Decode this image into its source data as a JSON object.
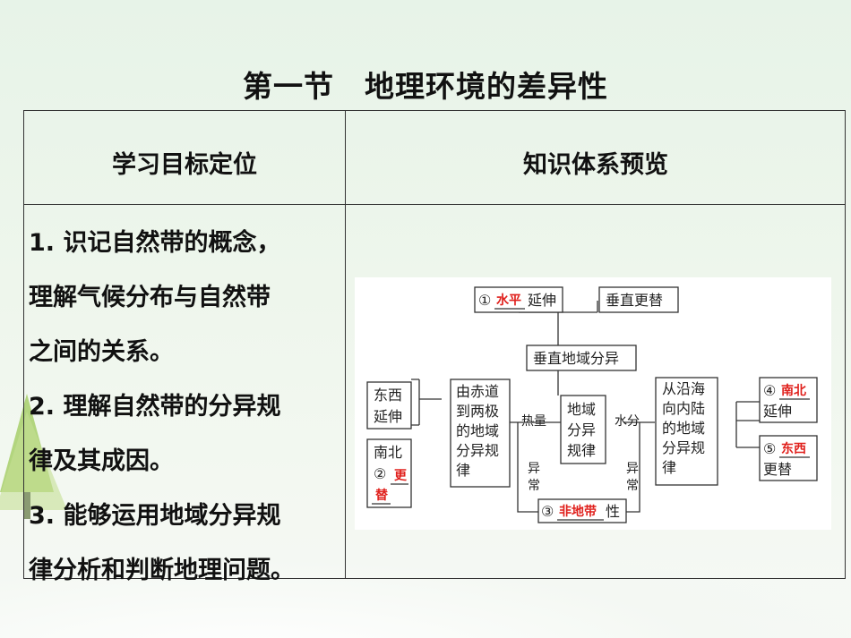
{
  "title": "第一节　地理环境的差异性",
  "table": {
    "col1_header": "学习目标定位",
    "col2_header": "知识体系预览",
    "goals_lines": [
      "1. 识记自然带的概念，",
      "理解气候分布与自然带",
      "之间的关系。",
      "2. 理解自然带的分异规",
      "律及其成因。",
      "3. 能够运用地域分异规",
      "律分析和判断地理问题。"
    ]
  },
  "diagram": {
    "horizontal_ext": {
      "num": "①",
      "answer": "水平",
      "suffix": "延伸"
    },
    "vertical_replace": "垂直更替",
    "vertical_diff": "垂直地域分异",
    "east_west_ext": [
      "东西",
      "延伸"
    ],
    "north_south": {
      "line1": "南北",
      "num": "②",
      "answer": "更替"
    },
    "equator_to_poles": [
      "由赤道",
      "到两极",
      "的地域",
      "分异规",
      "律"
    ],
    "heat": "热量",
    "regional_law": [
      "地域",
      "分异",
      "规律"
    ],
    "water": "水分",
    "coast_to_inland": [
      "从沿海",
      "向内陆",
      "的地域",
      "分异规",
      "律"
    ],
    "north_south_ext": {
      "num": "④",
      "answer": "南北",
      "suffix": "延伸"
    },
    "east_west_replace": {
      "num": "⑤",
      "answer": "东西",
      "suffix": "更替"
    },
    "abnormal": [
      "异",
      "常"
    ],
    "non_zonal": {
      "num": "③",
      "answer": "非地带",
      "suffix": "性"
    }
  }
}
